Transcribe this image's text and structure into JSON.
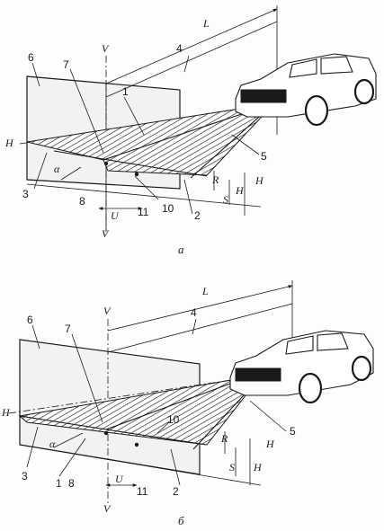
{
  "diagram_a": {
    "caption": "а",
    "labels": {
      "n1": "1",
      "n2": "2",
      "n3": "3",
      "n4": "4",
      "n5": "5",
      "n6": "6",
      "n7": "7",
      "n8": "8",
      "n10": "10",
      "n11": "11",
      "L": "L",
      "V_top": "V",
      "V_bottom": "V",
      "H_left": "H",
      "H_right": "H",
      "H_dim": "H",
      "R": "R",
      "S": "S",
      "U": "U",
      "alpha": "α"
    }
  },
  "diagram_b": {
    "caption": "б",
    "labels": {
      "n1": "1",
      "n2": "2",
      "n3": "3",
      "n4": "4",
      "n5": "5",
      "n6": "6",
      "n7": "7",
      "n8": "8",
      "n10": "10",
      "n11": "11",
      "L": "L",
      "V_top": "V",
      "V_bottom": "V",
      "H_left": "H",
      "H_right": "H",
      "H_dim": "H",
      "R": "R",
      "S": "S",
      "U": "U",
      "alpha": "α"
    }
  }
}
